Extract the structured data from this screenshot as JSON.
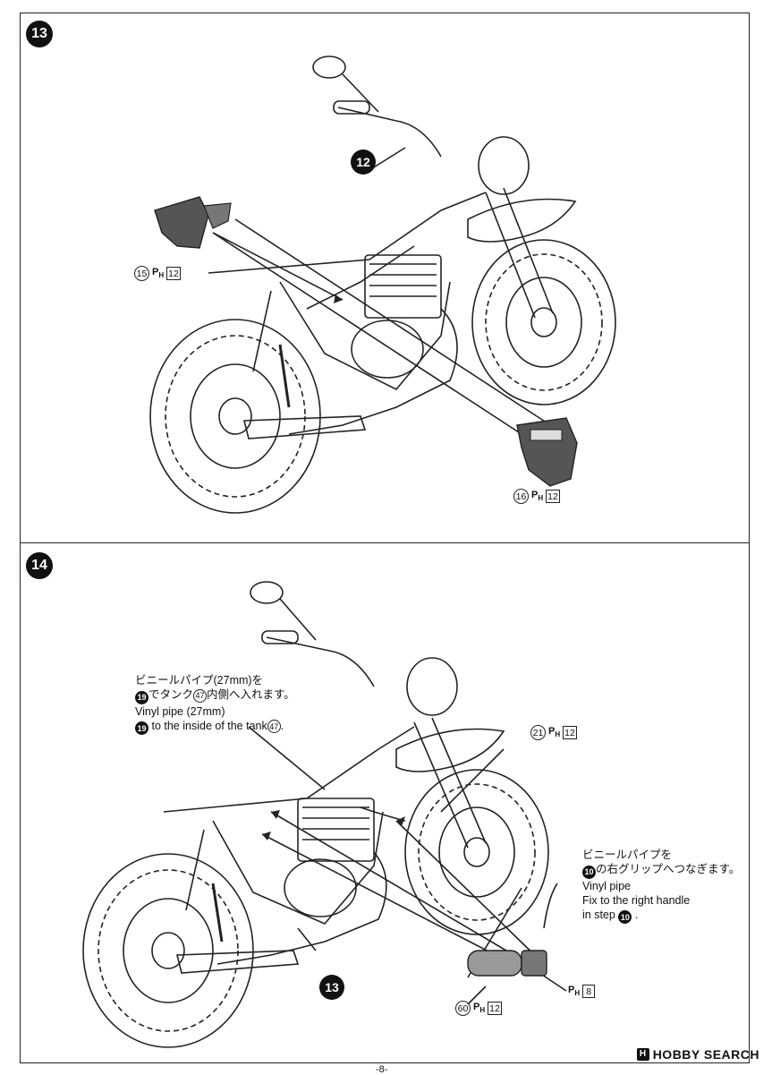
{
  "step13": {
    "number": "13",
    "ref_step": "12",
    "part_15": {
      "num": "15",
      "ph_label": "P",
      "ph_sub": "H",
      "sprue": "12"
    },
    "part_16": {
      "num": "16",
      "ph_label": "P",
      "ph_sub": "H",
      "sprue": "12"
    }
  },
  "step14": {
    "number": "14",
    "ref_step": "13",
    "note_tank": {
      "jp_line1": "ビニールパイプ(27mm)を",
      "jp_line2_step": "19",
      "jp_line2_a": "でタンク",
      "jp_line2_part": "47",
      "jp_line2_b": "内側へ入れます。",
      "en_line1": "Vinyl pipe (27mm)",
      "en_line2_step": "19",
      "en_line2_a": "to the inside of the tank",
      "en_line2_part": "47",
      "en_line2_b": "."
    },
    "note_grip": {
      "jp_line1": "ビニールパイプを",
      "jp_line2_step": "10",
      "jp_line2_a": "の右グリップへつなぎます。",
      "en_line1": "Vinyl pipe",
      "en_line2": "Fix to the right handle",
      "en_line3_a": "in step",
      "en_line3_step": "10",
      "en_line3_b": "."
    },
    "part_21": {
      "num": "21",
      "ph_label": "P",
      "ph_sub": "H",
      "sprue": "12"
    },
    "part_8": {
      "ph_label": "P",
      "ph_sub": "H",
      "sprue": "8"
    },
    "part_60": {
      "num": "60",
      "ph_label": "P",
      "ph_sub": "H",
      "sprue": "12"
    }
  },
  "footer": {
    "page_number": "-8-",
    "brand_logo": "H",
    "brand": "HOBBY SEARCH"
  }
}
